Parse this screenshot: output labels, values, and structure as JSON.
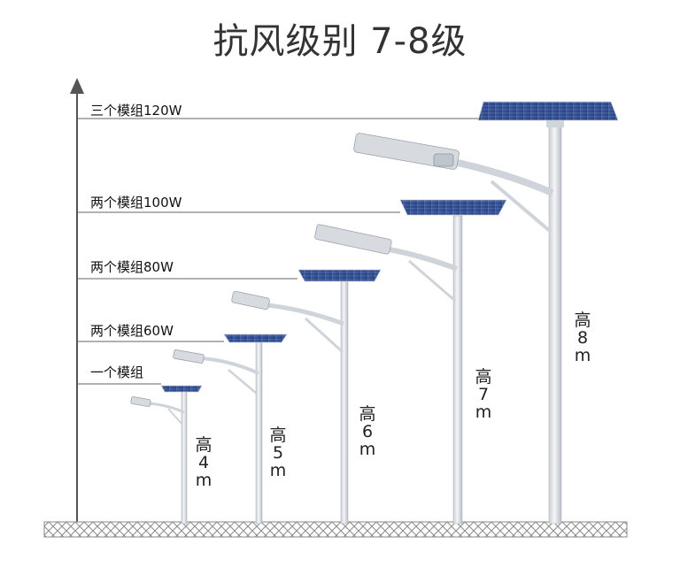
{
  "title": "抗风级别 7-8级",
  "module_labels": [
    "三个模组120W",
    "两个模组100W",
    "两个模组80W",
    "两个模组60W",
    "一个模组"
  ],
  "height_labels": [
    "高4m",
    "高5m",
    "高6m",
    "高7m",
    "高8m"
  ],
  "colors": {
    "pole": "#e3e6ea",
    "panel": "#2f4f8f",
    "ground": "#9a9a9a",
    "axis": "#555555"
  }
}
